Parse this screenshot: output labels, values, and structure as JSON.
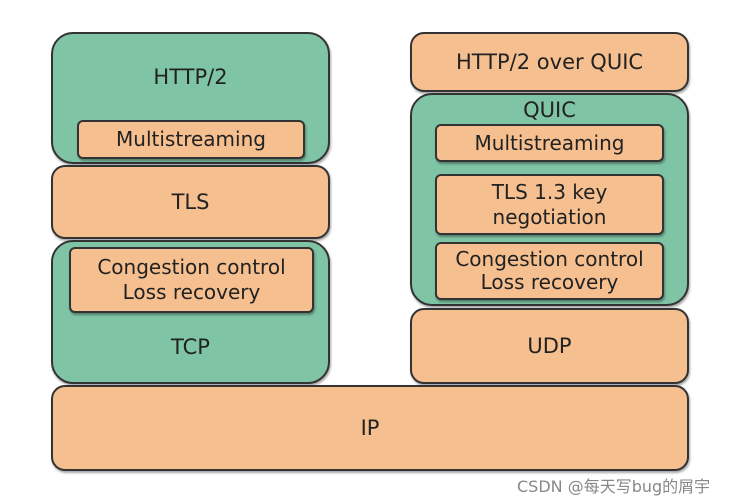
{
  "left_stack": {
    "http2": "HTTP/2",
    "multistreaming": "Multistreaming",
    "tls": "TLS",
    "congestion": "Congestion control",
    "loss": "Loss recovery",
    "tcp": "TCP"
  },
  "right_stack": {
    "http2_quic": "HTTP/2 over QUIC",
    "quic": "QUIC",
    "multistreaming": "Multistreaming",
    "tls13_line1": "TLS 1.3 key",
    "tls13_line2": "negotiation",
    "congestion": "Congestion control",
    "loss": "Loss recovery",
    "udp": "UDP"
  },
  "ip": "IP",
  "watermark": "CSDN @每天写bug的屑宇",
  "colors": {
    "green": "#7fc4a5",
    "orange": "#f6bf8f"
  }
}
